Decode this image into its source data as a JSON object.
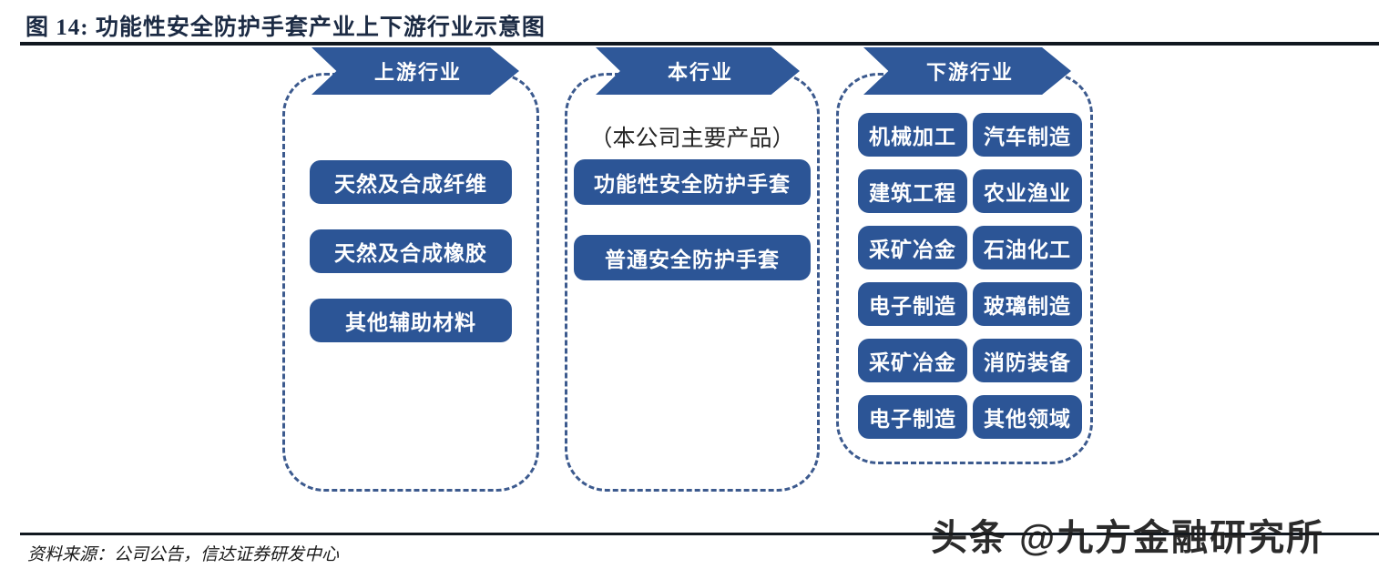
{
  "header": {
    "figure_label": "图 14:",
    "title": "功能性安全防护手套产业上下游行业示意图",
    "full_title": "图  14:  功能性安全防护手套产业上下游行业示意图"
  },
  "footer": {
    "source": "资料来源：公司公告，信达证券研发中心"
  },
  "watermark": {
    "text": "头条 @九方金融研究所"
  },
  "colors": {
    "banner_blue": "#2f5899",
    "pill_blue": "#2c5596",
    "dashed_border": "#3c5a8e",
    "title_text": "#1c2b44",
    "rule": "#111820",
    "pill_text": "#ffffff",
    "note_text": "#262626"
  },
  "chart_data": {
    "type": "diagram",
    "title": "功能性安全防护手套产业上下游行业示意图",
    "layout": "three-column value chain, left to right",
    "columns": [
      {
        "key": "upstream",
        "banner": "上游行业",
        "note": "",
        "items": [
          "天然及合成纤维",
          "天然及合成橡胶",
          "其他辅助材料"
        ]
      },
      {
        "key": "self",
        "banner": "本行业",
        "note": "（本公司主要产品）",
        "items": [
          "功能性安全防护手套",
          "普通安全防护手套"
        ]
      },
      {
        "key": "downstream",
        "banner": "下游行业",
        "note": "",
        "items": [
          "机械加工",
          "汽车制造",
          "建筑工程",
          "农业渔业",
          "采矿冶金",
          "石油化工",
          "电子制造",
          "玻璃制造",
          "采矿冶金",
          "消防装备",
          "电子制造",
          "其他领域"
        ]
      }
    ]
  },
  "diagram": {
    "upstream": {
      "banner": "上游行业",
      "items": [
        {
          "label": "天然及合成纤维"
        },
        {
          "label": "天然及合成橡胶"
        },
        {
          "label": "其他辅助材料"
        }
      ]
    },
    "self": {
      "banner": "本行业",
      "note": "（本公司主要产品）",
      "items": [
        {
          "label": "功能性安全防护手套"
        },
        {
          "label": "普通安全防护手套"
        }
      ]
    },
    "downstream": {
      "banner": "下游行业",
      "rows": [
        {
          "left": "机械加工",
          "right": "汽车制造"
        },
        {
          "left": "建筑工程",
          "right": "农业渔业"
        },
        {
          "left": "采矿冶金",
          "right": "石油化工"
        },
        {
          "left": "电子制造",
          "right": "玻璃制造"
        },
        {
          "left": "采矿冶金",
          "right": "消防装备"
        },
        {
          "left": "电子制造",
          "right": "其他领域"
        }
      ]
    }
  }
}
